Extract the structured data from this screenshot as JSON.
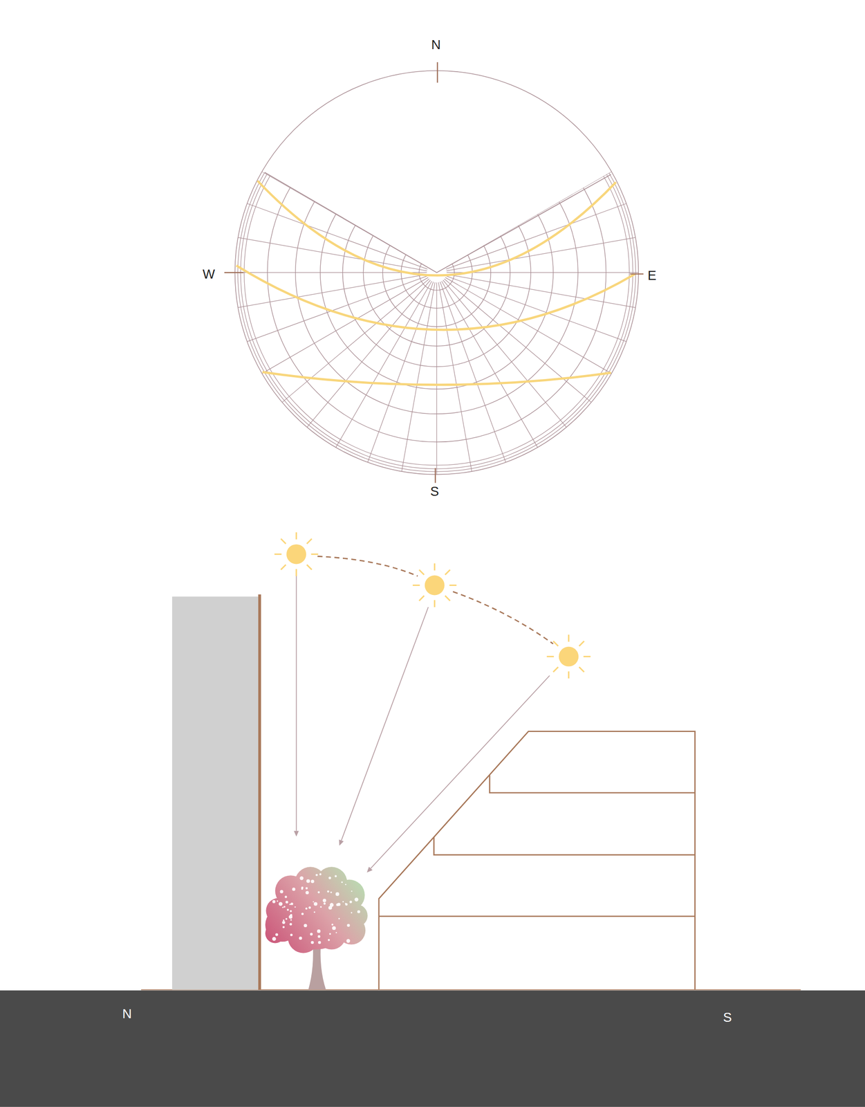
{
  "diagram": {
    "labels": [
      "N",
      "W",
      "E",
      "S",
      "N",
      "S"
    ]
  }
}
